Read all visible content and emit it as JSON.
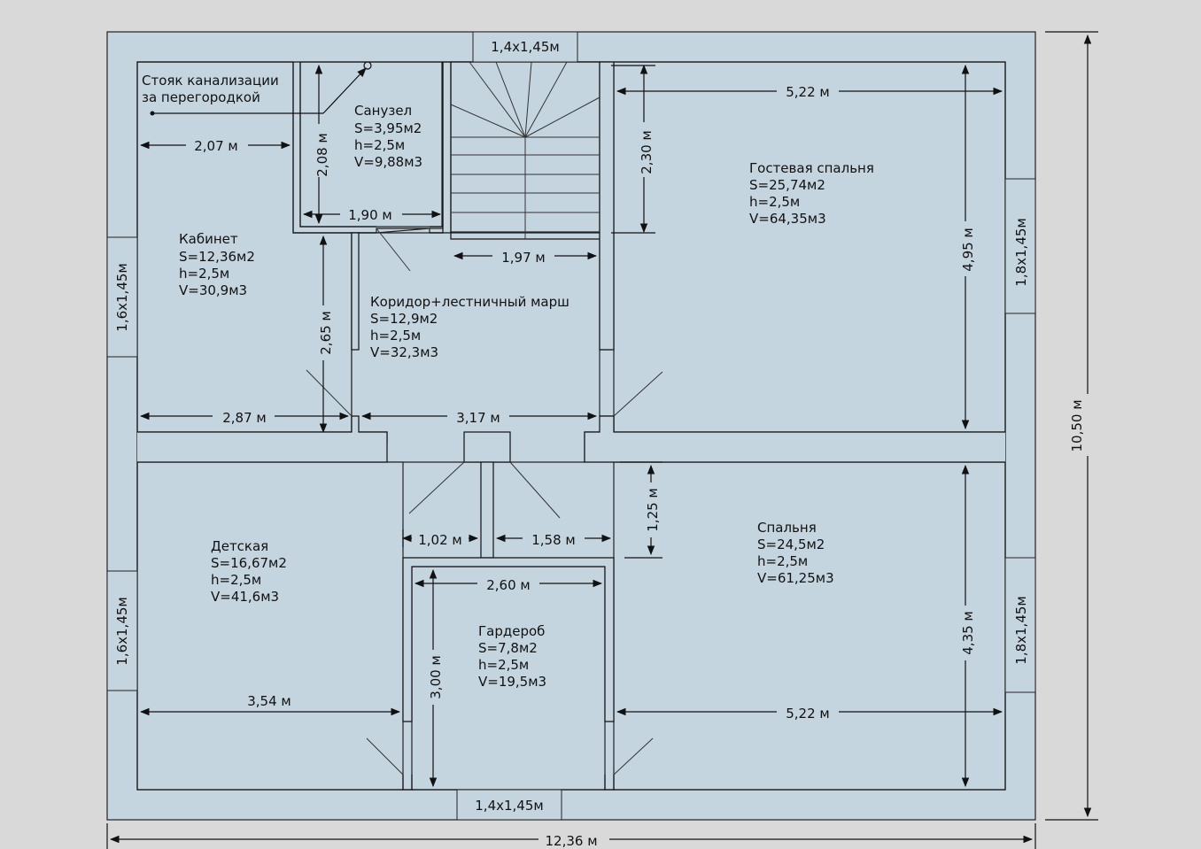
{
  "plan": {
    "rooms": [
      {
        "id": "bath",
        "lines": [
          "Санузел",
          "S=3,95м2",
          "h=2,5м",
          "V=9,88м3"
        ]
      },
      {
        "id": "guest",
        "lines": [
          "Гостевая спальня",
          "S=25,74м2",
          "h=2,5м",
          "V=64,35м3"
        ]
      },
      {
        "id": "office",
        "lines": [
          "Кабинет",
          "S=12,36м2",
          "h=2,5м",
          "V=30,9м3"
        ]
      },
      {
        "id": "corridor",
        "lines": [
          "Коридор+лестничный марш",
          "S=12,9м2",
          "h=2,5м",
          "V=32,3м3"
        ]
      },
      {
        "id": "kids",
        "lines": [
          "Детская",
          "S=16,67м2",
          "h=2,5м",
          "V=41,6м3"
        ]
      },
      {
        "id": "bedroom",
        "lines": [
          "Спальня",
          "S=24,5м2",
          "h=2,5м",
          "V=61,25м3"
        ]
      },
      {
        "id": "wardrobe",
        "lines": [
          "Гардероб",
          "S=7,8м2",
          "h=2,5м",
          "V=19,5м3"
        ]
      }
    ],
    "riser_note": [
      "Стояк канализации",
      "за перегородкой"
    ],
    "windows": {
      "top": "1,4x1,45м",
      "bottom": "1,4x1,45м",
      "left_upper": "1,6x1,45м",
      "left_lower": "1,6x1,45м",
      "right_upper": "1,8x1,45м",
      "right_lower": "1,8x1,45м"
    },
    "dims": {
      "d522_top": "5,22 м",
      "d207": "2,07 м",
      "d208": "2,08 м",
      "d230": "2,30 м",
      "d190": "1,90 м",
      "d197": "1,97 м",
      "d495": "4,95 м",
      "d265": "2,65 м",
      "d287": "2,87 м",
      "d317": "3,17 м",
      "d125": "1,25 м",
      "d102": "1,02 м",
      "d158": "1,58 м",
      "d260": "2,60 м",
      "d300": "3,00 м",
      "d354": "3,54 м",
      "d522_bottom": "5,22 м",
      "d435": "4,35 м",
      "d1050": "10,50 м",
      "d1236": "12,36 м"
    }
  }
}
